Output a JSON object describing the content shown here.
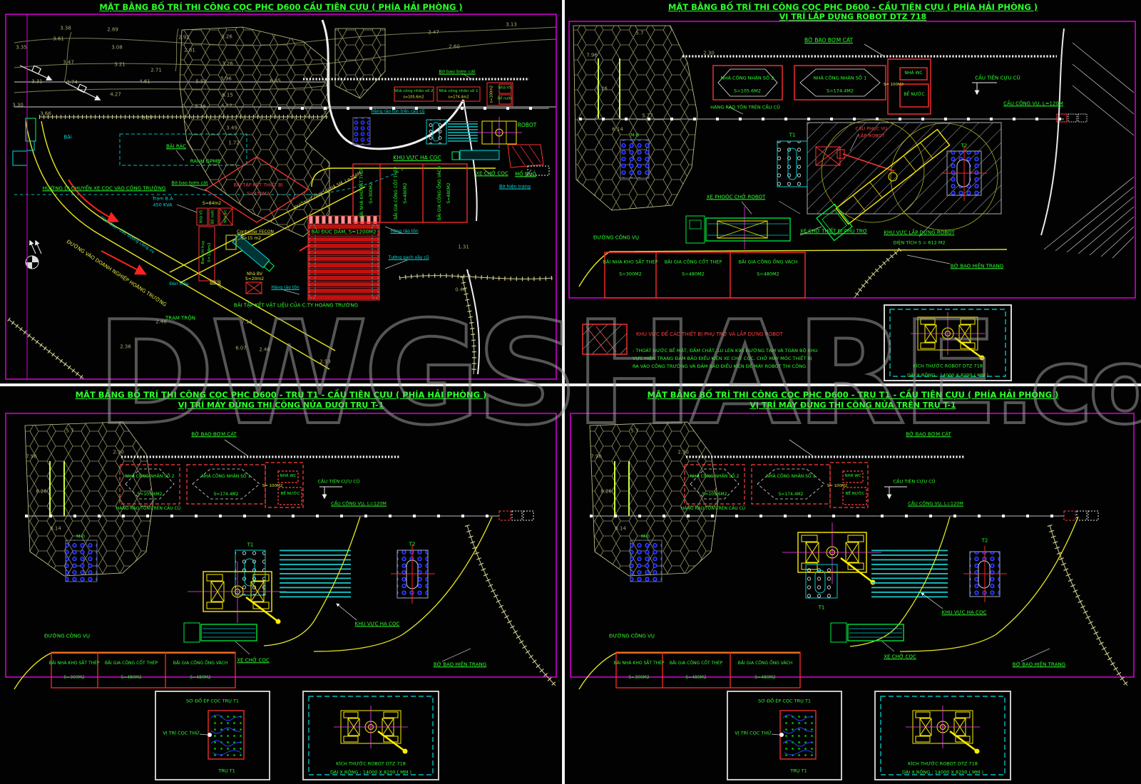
{
  "watermark": {
    "main": "DWGSHARE",
    "suffix": ".com"
  },
  "titles": {
    "tl": "MẶT BẰNG BỐ TRÍ THI CÔNG CỌC PHC D600 CẦU TIÊN CỰU ( PHÍA HẢI PHÒNG )",
    "tr1": "MẶT BẰNG BỐ TRÍ THI CÔNG CỌC PHC D600 -  CẦU TIÊN CỰU ( PHÍA HẢI PHÒNG )",
    "tr2": "VỊ TRÍ LẮP DỰNG ROBOT DTZ 718",
    "b1": "MẶT BẰNG BỐ TRÍ THI CÔNG CỌC PHC D600 - TRỤ T1 - CẦU TIÊN CỰU ( PHÍA HẢI PHÒNG )",
    "bl2": "VỊ TRÍ MÁY ĐỨNG THI CÔNG NỬA DƯỚI TRỤ T-1",
    "br2": "VỊ TRÍ MÁY ĐỨNG THI CÔNG NỬA TRÊN TRỤ T-1"
  },
  "shared": {
    "bo_bao_bom_cat": "BỜ BAO BƠM CÁT",
    "nha_cn2": "NHÀ CÔNG NHÂN SỐ 2",
    "nha_cn2_s": "S=105.6M2",
    "nha_cn1": "NHÀ CÔNG NHÂN SỐ 1",
    "nha_cn1_s": "S=174.4M2",
    "nha_wc": "NHÀ WC",
    "s100": "S= 100M2",
    "be_nuoc": "BỂ NƯỚC",
    "cau_tien_cuu_cu": "CẦU TIÊN CỰU CŨ",
    "cau_cong_vu": "CẦU CÔNG VỤ, L=120M",
    "hang_rao_ton_cau": "HÀNG RÀO TÔN TRÊN CẦU CŨ",
    "duong_cong_vu": "ĐƯỜNG CÔNG VỤ",
    "khu_vuc_ha_coc": "KHU VỰC HẠ CỌC",
    "xe_cho_coc": "XE CHỞ CỌC",
    "bo_bao_hien_trang": "BỜ BAO HIỆN TRẠNG",
    "bai_kho": "BÃI NHÀ KHO SẮT THÉP",
    "s300": "S=300M2",
    "bai_cot": "BÃI GIA CÔNG CỐT THÉP",
    "s480": "S=480M2",
    "bai_vach": "BÃI GIA CÔNG ỐNG VÁCH",
    "t1": "T1",
    "t2": "T2",
    "m0": "M-0",
    "kich_thuoc": "KÍCH THƯỚC ROBOT DTZ 718",
    "dai_rong": "DÀI X RỘNG  : 14000 X 8200 ( MM )",
    "so_do": "SƠ ĐỒ ÉP CỌC TRỤ T1",
    "coc_thu": "VỊ TRÍ CỌC THỬ",
    "tru_t1": "TRỤ T1"
  },
  "panel_tl": {
    "labels": {
      "bai": "Bãi",
      "bai_rac": "BÃI RÁC",
      "ranh_gpmb": "RANH GPMB",
      "huong_di_chuyen": "HƯỚNG DI CHUYỂN XE CỌC VÀO CÔNG TRƯỜNG",
      "bo_bao_bom_cat_sm": "Bờ bao bơm cát",
      "tram_ba": "Trạm B.A",
      "tram_ba2": "450 KVA",
      "s84": "S=84m2",
      "nha_vs_sm": "Nhà VS",
      "be_nuoc_sm": "Bể nước",
      "nha_an_sm": "Nhà ăn",
      "ban_chi_huy": "Ban chỉ huy",
      "s138": "S=138m2",
      "container_fecon": "Container FECON",
      "s15": "S=15 m2",
      "nha_bv": "Nhà BV",
      "s20": "S=20m2",
      "barie": "Barie",
      "den_hieu": "Đèn hiệu",
      "bai_tap_ket_tb": "BÃI TẬP KẾT THIẾT BỊ",
      "s430": "S=430M2",
      "doan_dau": "70m đoạn đầu đường công vụ",
      "duong_vao_dn": "ĐƯỜNG VÀO DOANH NGHIỆP HOÀNG TRƯỜNG",
      "bai_duc_dam": "BÃI ĐÚC DẦM, S=1200M2",
      "hang_rao_ton": "Hàng rào tôn",
      "tuong_gach": "Tường gạch xây cũ",
      "bai_tap_ket_vl": "BÃI TẬP KẾT VẬT LIỆU CỦA C.TY HOÀNG TRƯỜNG",
      "tram_tron": "TRẠM TRỘN",
      "mo_nho": "MỐ NHỎ",
      "bo_hien_trang": "Bờ hiện trạng",
      "robot": "ROBOT",
      "duong_cong_vu_da": "ĐƯỜNG CÔNG VỤ ĐÁ 5M, L=254M",
      "nha_cn2_sm": "Nhà công nhân số 2",
      "nha_cn2_s_sm": "s=105.6m2",
      "nha_cn1_sm": "Nhà công nhân số 1",
      "nha_cn1_s_sm": "s=174.4m2",
      "s100_sm": "s=100m2",
      "nha_vs2_sm": "Nhà VS",
      "be_nuoc2_sm": "Bể nước",
      "kho_thep_v": "BÃI NHÀ KHO SẮT THÉP",
      "kho_thep_vs": "S=300M2",
      "cot_thep_v": "BÃI GIA CÔNG CỐT THÉP",
      "cot_thep_vs": "S=480M2",
      "ong_vach_v": "BÃI GIA CÔNG ỐNG VÁCH",
      "ong_vach_vs": "S=480M2",
      "hang_rao_ton_cau_sm": "Hàng rào tôn trên cầu cũ"
    },
    "contours": [
      "3.38",
      "3.61",
      "2.89",
      "3.08",
      "2.92",
      "2.81",
      "3.26",
      "3.26",
      "3.47",
      "3.21",
      "2.71",
      "4.61",
      "5.53",
      "5.96",
      "6.85",
      "4.27",
      "6.15",
      "3.31",
      "3.74",
      "3.30",
      "3.66",
      "5.36",
      "6.12",
      "3.27",
      "2.47",
      "3.13",
      "2.60",
      "3.49",
      "1.72",
      "2.36",
      "2.48",
      "7.14",
      "2.53",
      "1.31",
      "0.46",
      "3.35",
      "6.07",
      "2.46"
    ]
  },
  "panel_tr": {
    "labels": {
      "cau_phuc_vu": "CẨU PHỤC VỤ",
      "lap_robot": "LẮP ROBOT",
      "xe_phooc": "XE PHOÓC CHỞ ROBOT",
      "xe_tb": "XE CHỞ THIẾT BỊ PHỤ TRỢ",
      "kv_lap": "KHU VỰC LẮP DỰNG ROBOT",
      "dien_tich": "DIỆN TÍCH S = 612 M2",
      "legend": "KHU VỰC ĐỂ CÁC THIẾT BỊ PHỤ TRỢ VÀ LẮP DỰNG ROBOT",
      "note1": "- THOÁT NƯỚC BỀ MẶT, ĐẦM CHẶT, LU LÈN K95 Đ­ƯỜNG TẠM VÀ TOÀN BỘ KHU",
      "note2": "VỰC HIỆN TRẠNG ĐẢM BẢO ĐIỀU KIỆN XE CHỞ CỌC, CHỞ MÁY MÓC THIẾT BỊ",
      "note3": "RA VÀO CÔNG TRƯỜNG VÀ ĐẢM BẢO ĐIỀU KIỆN ĐỂ MÁY ROBOT THI CÔNG"
    },
    "elev": [
      "5.7",
      "7.96",
      "2.30",
      "8.26",
      "5.77",
      "6.14"
    ]
  },
  "panel_bl": {
    "elev": [
      "5.7",
      "7.96",
      "2.30",
      "8.26",
      "6.14"
    ]
  },
  "panel_br": {
    "elev": [
      "5.7",
      "7.96",
      "2.30",
      "8.26",
      "6.14"
    ]
  }
}
